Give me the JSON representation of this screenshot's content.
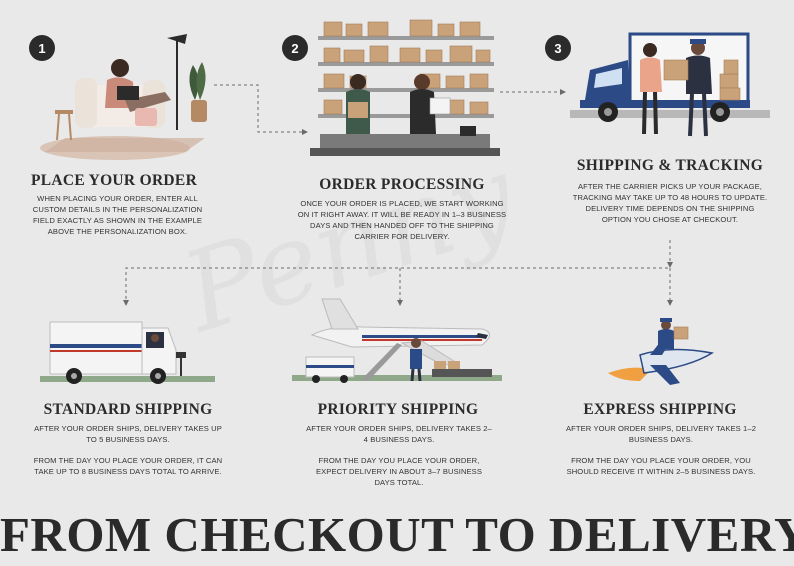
{
  "steps": [
    {
      "number": "1",
      "title": "PLACE YOUR ORDER",
      "description": "WHEN PLACING YOUR ORDER, ENTER ALL CUSTOM DETAILS IN THE PERSONALIZATION FIELD EXACTLY AS SHOWN IN THE EXAMPLE ABOVE THE PERSONALIZATION BOX."
    },
    {
      "number": "2",
      "title": "ORDER PROCESSING",
      "description": "ONCE YOUR ORDER IS PLACED, WE START WORKING ON IT RIGHT AWAY. IT WILL BE READY IN 1–3 BUSINESS DAYS AND THEN HANDED OFF TO THE SHIPPING CARRIER FOR DELIVERY."
    },
    {
      "number": "3",
      "title": "SHIPPING & TRACKING",
      "description": "AFTER THE CARRIER PICKS UP YOUR PACKAGE, TRACKING MAY TAKE UP TO 48 HOURS TO UPDATE. DELIVERY TIME DEPENDS ON THE SHIPPING OPTION YOU CHOSE AT CHECKOUT."
    }
  ],
  "options": [
    {
      "title": "STANDARD SHIPPING",
      "line1": "AFTER YOUR ORDER SHIPS, DELIVERY TAKES UP TO 5 BUSINESS DAYS.",
      "line2": "FROM THE DAY YOU PLACE YOUR ORDER, IT CAN TAKE UP TO 8 BUSINESS DAYS TOTAL TO ARRIVE."
    },
    {
      "title": "PRIORITY SHIPPING",
      "line1": "AFTER YOUR ORDER SHIPS, DELIVERY TAKES 2–4 BUSINESS DAYS.",
      "line2": "FROM THE DAY YOU PLACE YOUR ORDER, EXPECT DELIVERY IN ABOUT 3–7 BUSINESS DAYS TOTAL."
    },
    {
      "title": "EXPRESS SHIPPING",
      "line1": "AFTER YOUR ORDER SHIPS, DELIVERY TAKES 1–2 BUSINESS DAYS.",
      "line2": "FROM THE DAY YOU PLACE YOUR ORDER, YOU SHOULD RECEIVE IT WITHIN 2–5 BUSINESS DAYS."
    }
  ],
  "headline": "FROM CHECKOUT TO DELIVERY",
  "colors": {
    "ink": "#2b2b2b",
    "truck_blue": "#2c4a86",
    "box": "#c9a27a",
    "background": "#e9e9e9"
  }
}
